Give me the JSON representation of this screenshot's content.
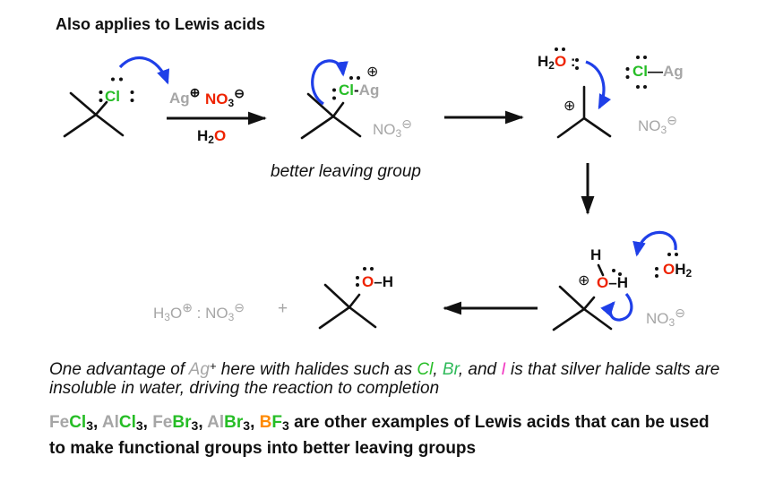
{
  "title": "Also applies to Lewis acids",
  "colors": {
    "black": "#111111",
    "green": "#26bd26",
    "green2": "#2fba5a",
    "red": "#ee2200",
    "gray": "#a6a6a6",
    "blue": "#1f3fe8",
    "orange": "#ff8a00",
    "magenta": "#f23cc3"
  },
  "scheme": {
    "step1": {
      "chloride_cl": [
        {
          "t": "Cl",
          "c": "green"
        }
      ],
      "silver_cation": [
        {
          "t": "Ag",
          "c": "gray"
        },
        {
          "t": "⊕",
          "c": "black",
          "v": "sup"
        }
      ],
      "nitrate": [
        {
          "t": "NO",
          "c": "red"
        },
        {
          "t": "3",
          "c": "black",
          "v": "sub"
        },
        {
          "t": "⊖",
          "c": "black",
          "v": "sup"
        }
      ],
      "water": [
        {
          "t": "H",
          "c": "black"
        },
        {
          "t": "2",
          "c": "black",
          "v": "sub"
        },
        {
          "t": "O",
          "c": "red"
        }
      ]
    },
    "step2": {
      "cl_ag": [
        {
          "t": "Cl",
          "c": "green"
        },
        {
          "t": "-",
          "c": "black"
        },
        {
          "t": "Ag",
          "c": "gray"
        }
      ],
      "plus_charge": "⊕",
      "nitrate": [
        {
          "t": "NO",
          "c": "gray"
        },
        {
          "t": "3",
          "c": "gray",
          "v": "sub"
        },
        {
          "t": "⊖",
          "c": "gray",
          "v": "sup"
        }
      ],
      "caption": "better leaving group"
    },
    "step3": {
      "water": [
        {
          "t": "H",
          "c": "black"
        },
        {
          "t": "2",
          "c": "black",
          "v": "sub"
        },
        {
          "t": "O",
          "c": "red"
        },
        {
          "t": " :",
          "c": "black"
        }
      ],
      "plus_charge": "⊕",
      "cl_ag": [
        {
          "t": "Cl",
          "c": "green"
        },
        {
          "t": "—",
          "c": "black"
        },
        {
          "t": "Ag",
          "c": "gray"
        }
      ],
      "nitrate": [
        {
          "t": "NO",
          "c": "gray"
        },
        {
          "t": "3",
          "c": "gray",
          "v": "sub"
        },
        {
          "t": "⊖",
          "c": "gray",
          "v": "sup"
        }
      ]
    },
    "step4": {
      "h_top": "H",
      "plus_charge": "⊕",
      "oxocarbenium_oh": [
        {
          "t": "O",
          "c": "red"
        },
        {
          "t": "–",
          "c": "black"
        },
        {
          "t": "H",
          "c": "black"
        }
      ],
      "attacking_water": [
        {
          "t": "O",
          "c": "red"
        },
        {
          "t": "H",
          "c": "black"
        },
        {
          "t": "2",
          "c": "black",
          "v": "sub"
        }
      ],
      "nitrate": [
        {
          "t": "NO",
          "c": "gray"
        },
        {
          "t": "3",
          "c": "gray",
          "v": "sub"
        },
        {
          "t": "⊖",
          "c": "gray",
          "v": "sup"
        }
      ]
    },
    "products": {
      "h3o_no3": [
        {
          "t": "H",
          "c": "gray"
        },
        {
          "t": "3",
          "c": "gray",
          "v": "sub"
        },
        {
          "t": "O",
          "c": "gray"
        },
        {
          "t": "⊕",
          "c": "gray",
          "v": "sup"
        },
        {
          "t": " : ",
          "c": "gray"
        },
        {
          "t": "NO",
          "c": "gray"
        },
        {
          "t": "3",
          "c": "gray",
          "v": "sub"
        },
        {
          "t": "⊖",
          "c": "gray",
          "v": "sup"
        }
      ],
      "plus_sign": "+",
      "alcohol_oh": [
        {
          "t": "O",
          "c": "red"
        },
        {
          "t": "–",
          "c": "black"
        },
        {
          "t": "H",
          "c": "black"
        }
      ]
    }
  },
  "notes": {
    "advantage": [
      {
        "t": "One advantage of ",
        "c": "black"
      },
      {
        "t": "Ag",
        "c": "gray"
      },
      {
        "t": "+",
        "c": "black",
        "v": "sup"
      },
      {
        "t": " here with halides such as ",
        "c": "black"
      },
      {
        "t": "Cl",
        "c": "green"
      },
      {
        "t": ", ",
        "c": "black"
      },
      {
        "t": "Br",
        "c": "green2"
      },
      {
        "t": ", and ",
        "c": "black"
      },
      {
        "t": "I",
        "c": "magenta"
      },
      {
        "t": " is that silver halide salts are insoluble in water, driving the reaction to completion",
        "c": "black"
      }
    ],
    "lewis_examples": [
      {
        "t": "Fe",
        "c": "gray"
      },
      {
        "t": "Cl",
        "c": "green"
      },
      {
        "t": "3",
        "c": "black",
        "v": "sub"
      },
      {
        "t": ", ",
        "c": "black"
      },
      {
        "t": "Al",
        "c": "gray"
      },
      {
        "t": "Cl",
        "c": "green"
      },
      {
        "t": "3",
        "c": "black",
        "v": "sub"
      },
      {
        "t": ", ",
        "c": "black"
      },
      {
        "t": "Fe",
        "c": "gray"
      },
      {
        "t": "Br",
        "c": "green"
      },
      {
        "t": "3",
        "c": "black",
        "v": "sub"
      },
      {
        "t": ", ",
        "c": "black"
      },
      {
        "t": "Al",
        "c": "gray"
      },
      {
        "t": "Br",
        "c": "green"
      },
      {
        "t": "3",
        "c": "black",
        "v": "sub"
      },
      {
        "t": ", ",
        "c": "black"
      },
      {
        "t": "B",
        "c": "orange"
      },
      {
        "t": "F",
        "c": "green"
      },
      {
        "t": "3",
        "c": "black",
        "v": "sub"
      },
      {
        "t": " are other examples of Lewis acids that can be used to make functional groups into better leaving groups",
        "c": "black"
      }
    ]
  }
}
